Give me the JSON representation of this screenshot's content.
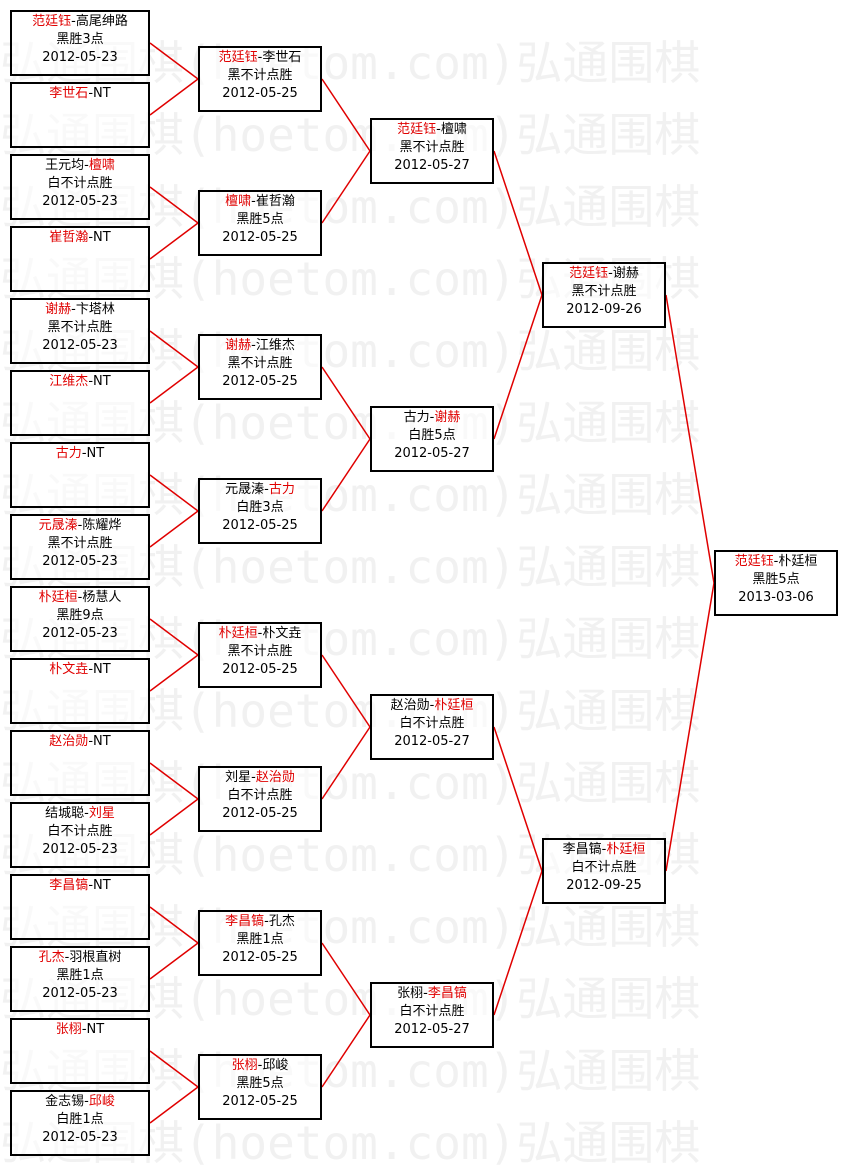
{
  "colors": {
    "winner": "#e00000",
    "line": "#e00000",
    "border": "#000000",
    "watermark": "#f1f1f1"
  },
  "watermark_text": "弘通围棋(hoetom.com)弘通围棋",
  "matches": [
    {
      "id": "r1m1",
      "p1": "范廷钰",
      "p2": "高尾绅路",
      "w": 1,
      "result": "黑胜3点",
      "date": "2012-05-23"
    },
    {
      "id": "r1m2",
      "p1": "李世石",
      "p2": "NT",
      "w": 1,
      "result": "",
      "date": ""
    },
    {
      "id": "r1m3",
      "p1": "王元均",
      "p2": "檀啸",
      "w": 2,
      "result": "白不计点胜",
      "date": "2012-05-23"
    },
    {
      "id": "r1m4",
      "p1": "崔哲瀚",
      "p2": "NT",
      "w": 1,
      "result": "",
      "date": ""
    },
    {
      "id": "r1m5",
      "p1": "谢赫",
      "p2": "卞塔林",
      "w": 1,
      "result": "黑不计点胜",
      "date": "2012-05-23"
    },
    {
      "id": "r1m6",
      "p1": "江维杰",
      "p2": "NT",
      "w": 1,
      "result": "",
      "date": ""
    },
    {
      "id": "r1m7",
      "p1": "古力",
      "p2": "NT",
      "w": 1,
      "result": "",
      "date": ""
    },
    {
      "id": "r1m8",
      "p1": "元晟溱",
      "p2": "陈耀烨",
      "w": 1,
      "result": "黑不计点胜",
      "date": "2012-05-23"
    },
    {
      "id": "r1m9",
      "p1": "朴廷桓",
      "p2": "杨慧人",
      "w": 1,
      "result": "黑胜9点",
      "date": "2012-05-23"
    },
    {
      "id": "r1m10",
      "p1": "朴文垚",
      "p2": "NT",
      "w": 1,
      "result": "",
      "date": ""
    },
    {
      "id": "r1m11",
      "p1": "赵治勋",
      "p2": "NT",
      "w": 1,
      "result": "",
      "date": ""
    },
    {
      "id": "r1m12",
      "p1": "结城聪",
      "p2": "刘星",
      "w": 2,
      "result": "白不计点胜",
      "date": "2012-05-23"
    },
    {
      "id": "r1m13",
      "p1": "李昌镐",
      "p2": "NT",
      "w": 1,
      "result": "",
      "date": ""
    },
    {
      "id": "r1m14",
      "p1": "孔杰",
      "p2": "羽根直树",
      "w": 1,
      "result": "黑胜1点",
      "date": "2012-05-23"
    },
    {
      "id": "r1m15",
      "p1": "张栩",
      "p2": "NT",
      "w": 1,
      "result": "",
      "date": ""
    },
    {
      "id": "r1m16",
      "p1": "金志锡",
      "p2": "邱峻",
      "w": 2,
      "result": "白胜1点",
      "date": "2012-05-23"
    },
    {
      "id": "r2m1",
      "p1": "范廷钰",
      "p2": "李世石",
      "w": 1,
      "result": "黑不计点胜",
      "date": "2012-05-25"
    },
    {
      "id": "r2m2",
      "p1": "檀啸",
      "p2": "崔哲瀚",
      "w": 1,
      "result": "黑胜5点",
      "date": "2012-05-25"
    },
    {
      "id": "r2m3",
      "p1": "谢赫",
      "p2": "江维杰",
      "w": 1,
      "result": "黑不计点胜",
      "date": "2012-05-25"
    },
    {
      "id": "r2m4",
      "p1": "元晟溱",
      "p2": "古力",
      "w": 2,
      "result": "白胜3点",
      "date": "2012-05-25"
    },
    {
      "id": "r2m5",
      "p1": "朴廷桓",
      "p2": "朴文垚",
      "w": 1,
      "result": "黑不计点胜",
      "date": "2012-05-25"
    },
    {
      "id": "r2m6",
      "p1": "刘星",
      "p2": "赵治勋",
      "w": 2,
      "result": "白不计点胜",
      "date": "2012-05-25"
    },
    {
      "id": "r2m7",
      "p1": "李昌镐",
      "p2": "孔杰",
      "w": 1,
      "result": "黑胜1点",
      "date": "2012-05-25"
    },
    {
      "id": "r2m8",
      "p1": "张栩",
      "p2": "邱峻",
      "w": 1,
      "result": "黑胜5点",
      "date": "2012-05-25"
    },
    {
      "id": "r3m1",
      "p1": "范廷钰",
      "p2": "檀啸",
      "w": 1,
      "result": "黑不计点胜",
      "date": "2012-05-27"
    },
    {
      "id": "r3m2",
      "p1": "古力",
      "p2": "谢赫",
      "w": 2,
      "result": "白胜5点",
      "date": "2012-05-27"
    },
    {
      "id": "r3m3",
      "p1": "赵治勋",
      "p2": "朴廷桓",
      "w": 2,
      "result": "白不计点胜",
      "date": "2012-05-27"
    },
    {
      "id": "r3m4",
      "p1": "张栩",
      "p2": "李昌镐",
      "w": 2,
      "result": "白不计点胜",
      "date": "2012-05-27"
    },
    {
      "id": "r4m1",
      "p1": "范廷钰",
      "p2": "谢赫",
      "w": 1,
      "result": "黑不计点胜",
      "date": "2012-09-26"
    },
    {
      "id": "r4m2",
      "p1": "李昌镐",
      "p2": "朴廷桓",
      "w": 2,
      "result": "白不计点胜",
      "date": "2012-09-25"
    },
    {
      "id": "r5m1",
      "p1": "范廷钰",
      "p2": "朴廷桓",
      "w": 1,
      "result": "黑胜5点",
      "date": "2013-03-06"
    }
  ]
}
